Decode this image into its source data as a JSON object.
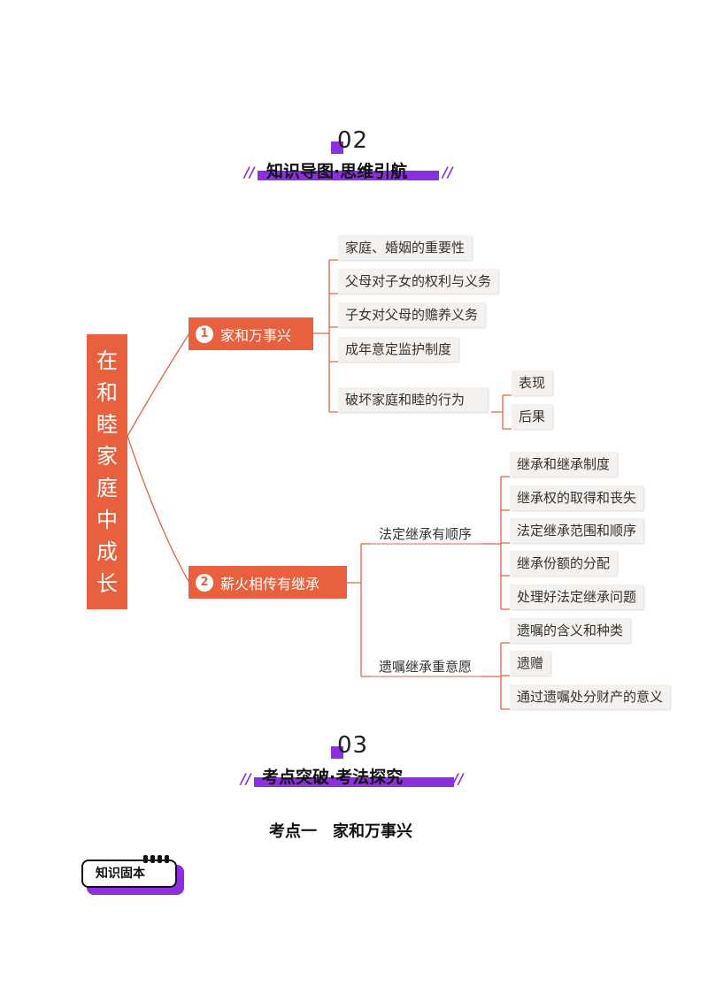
{
  "section2": {
    "number": "02",
    "title": "知识导图·思维引航"
  },
  "mindmap": {
    "root": [
      "在",
      "和",
      "睦",
      "家",
      "庭",
      "中",
      "成",
      "长"
    ],
    "branch1": {
      "num": "1",
      "label": "家和万事兴",
      "children": [
        "家庭、婚姻的重要性",
        "父母对子女的权利与义务",
        "子女对父母的赡养义务",
        "成年意定监护制度",
        "破坏家庭和睦的行为"
      ],
      "sub": [
        "表现",
        "后果"
      ]
    },
    "branch2": {
      "num": "2",
      "label": "薪火相传有继承",
      "mid1": "法定继承有顺序",
      "mid1_children": [
        "继承和继承制度",
        "继承权的取得和丧失",
        "法定继承范围和顺序",
        "继承份额的分配",
        "处理好法定继承问题"
      ],
      "mid2": "遗嘱继承重意愿",
      "mid2_children": [
        "遗嘱的含义和种类",
        "遗赠",
        "通过遗嘱处分财产的意义"
      ]
    }
  },
  "section3": {
    "number": "03",
    "title": "考点突破·考法探究"
  },
  "kaodian": "考点一　家和万事兴",
  "badge": "知识固本",
  "colors": {
    "accent_purple": "#8b2fe0",
    "branch_orange": "#e8603d",
    "leaf_bg": "#f4f1ee"
  }
}
